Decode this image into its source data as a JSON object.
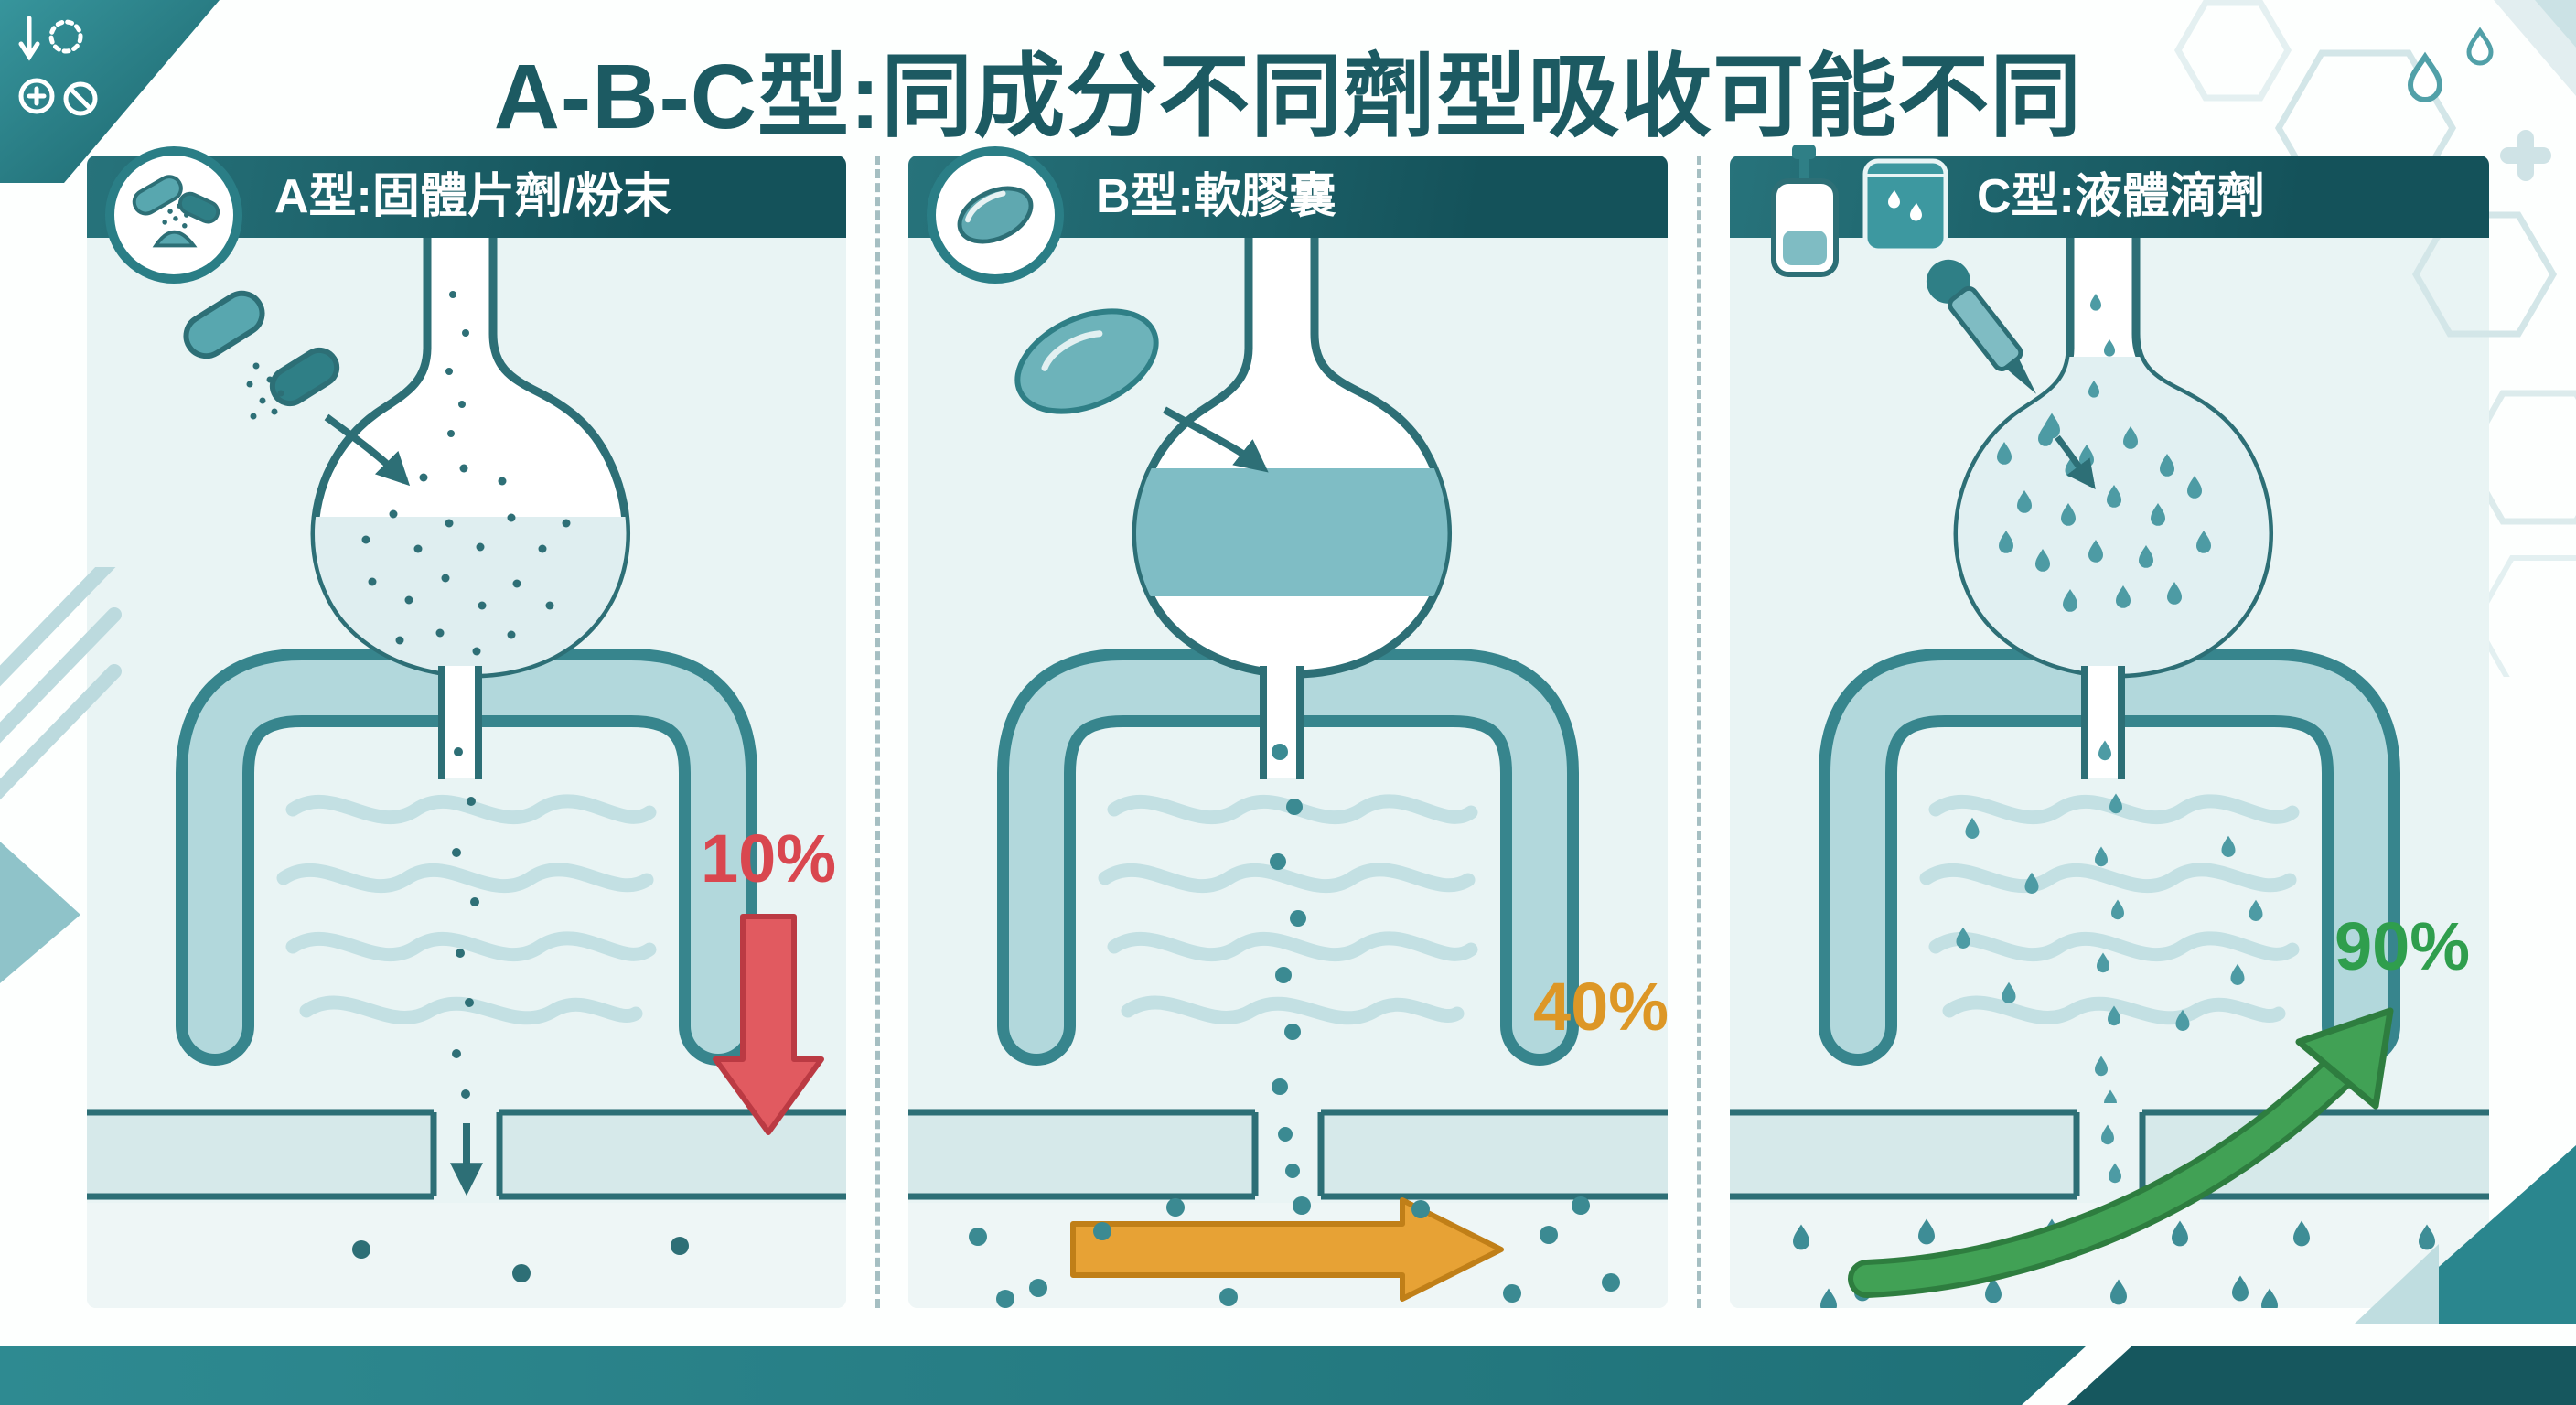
{
  "title": "A-B-C型:同成分不同劑型吸收可能不同",
  "panels": [
    {
      "id": "A",
      "label": "A型:固體片劑/粉末",
      "percent": "10%",
      "arrow_direction": "down",
      "arrow_color": "#d9474f"
    },
    {
      "id": "B",
      "label": "B型:軟膠囊",
      "percent": "40%",
      "arrow_direction": "right",
      "arrow_color": "#dd9726"
    },
    {
      "id": "C",
      "label": "C型:液體滴劑",
      "percent": "90%",
      "arrow_direction": "up",
      "arrow_color": "#2f9e4d"
    }
  ],
  "colors": {
    "header_teal": "#1b6169",
    "accent_teal": "#2a7e86",
    "panel_bg": "#e9f4f4",
    "outline": "#2d6f76",
    "red": "#d9474f",
    "orange": "#dd9726",
    "green": "#2f9e4d"
  }
}
